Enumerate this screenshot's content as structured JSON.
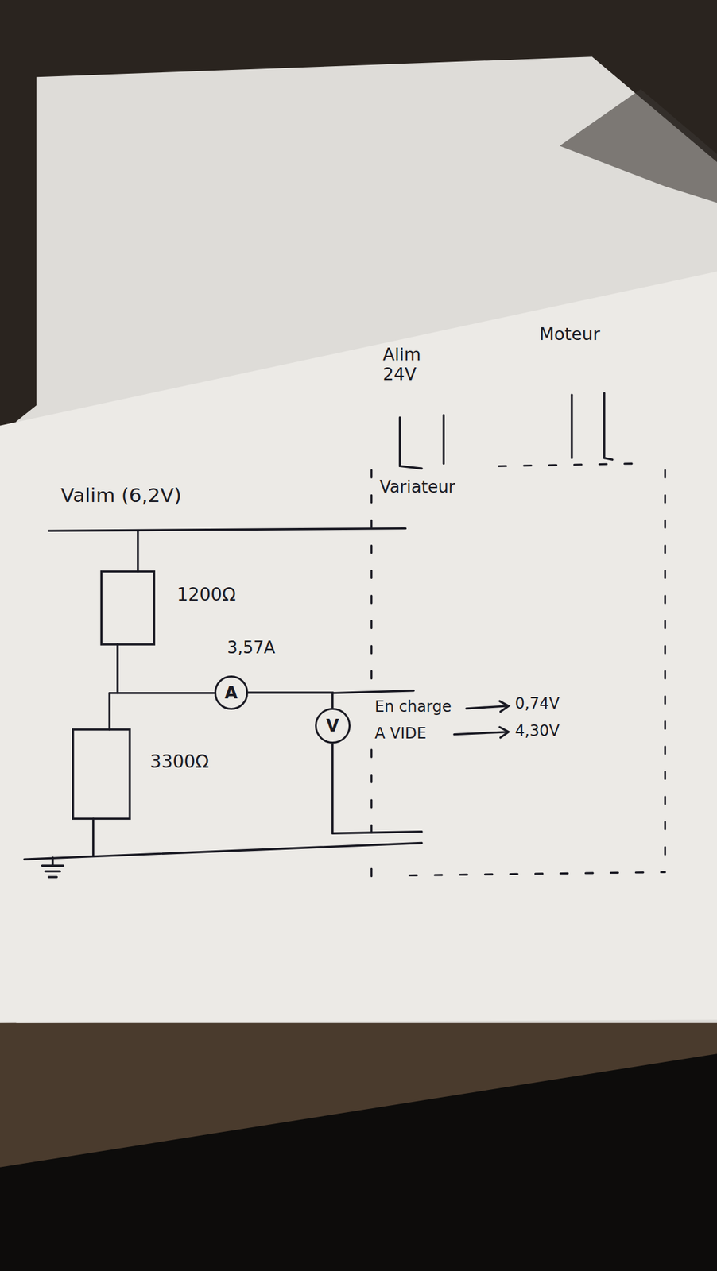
{
  "diagram": {
    "nodes": [
      {
        "text": [
          "A"
        ]
      },
      {
        "text": [
          "V"
        ]
      }
    ],
    "edges": [
      {
        "from": 0,
        "to": 1,
        "arrow": "none"
      }
    ],
    "labels": [
      "Alim 24V",
      "Moteur",
      "Variateur",
      "Valim (6,2V)",
      "1200Ω",
      "3,57A",
      "3300Ω",
      "En charge",
      "0,74V",
      "A VIDE",
      "4,30V"
    ]
  }
}
